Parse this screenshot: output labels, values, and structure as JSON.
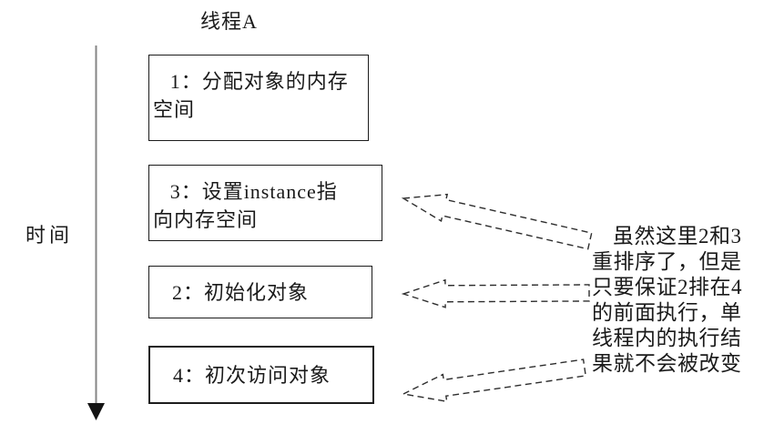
{
  "title": "线程A",
  "time_axis": {
    "label": "时间"
  },
  "boxes": [
    {
      "name": "step-1",
      "text": "1：分配对象的内存空间",
      "lines": [
        "1：分配对象的内存",
        "空间"
      ]
    },
    {
      "name": "step-3",
      "text": "3：设置instance指向内存空间",
      "lines": [
        "3：设置instance指",
        "向内存空间"
      ]
    },
    {
      "name": "step-2",
      "text": "2：初始化对象",
      "lines": [
        "2：初始化对象"
      ]
    },
    {
      "name": "step-4",
      "text": "4：初次访问对象",
      "lines": [
        "4：初次访问对象"
      ]
    }
  ],
  "annotation": {
    "full_text": "虽然这里2和3重排序了，但是只要保证2排在4的前面执行，单线程内的执行结果就不会被改变",
    "lines": [
      "虽然这里2和3",
      "重排序了，但是",
      "只要保证2排在4",
      "的前面执行，单",
      "线程内的执行结",
      "果就不会被改变"
    ]
  },
  "icons": {
    "time_axis_arrow": "down-arrow",
    "annotation_arrows": "dashed-left-block-arrow"
  },
  "colors": {
    "background": "#ffffff",
    "ink": "#1a1a1a",
    "box_border": "#1c1c1c",
    "axis_line": "#868686",
    "axis_arrowhead": "#141414",
    "dashed_arrow": "#2d2d2d"
  }
}
